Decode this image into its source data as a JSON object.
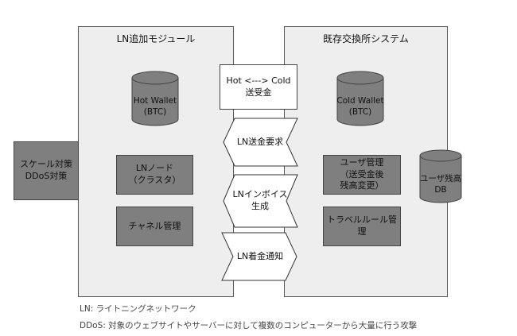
{
  "left_panel": {
    "title": "LN追加モジュール"
  },
  "right_panel": {
    "title": "既存交換所システム"
  },
  "external": {
    "label": "スケール対策\nDDoS対策"
  },
  "left_components": {
    "hot_wallet": "Hot Wallet\n(BTC)",
    "ln_node": "LNノード\n（クラスタ）",
    "channel_mgmt": "チャネル管理"
  },
  "right_components": {
    "cold_wallet": "Cold Wallet\n(BTC)",
    "user_mgmt": "ユーザ管理\n（送受金後\n残高変更）",
    "user_balance_db": "ユーザ残高\nDB",
    "travel_rule": "トラベルルール管理"
  },
  "connectors": {
    "hot_cold": "Hot <---> Cold\n送受金",
    "ln_send_request": "LN送金要求",
    "ln_invoice": "LNインボイス\n生成",
    "ln_receive_notify": "LN着金通知"
  },
  "legend": [
    "LN: ライトニングネットワーク",
    "DDoS: 対象のウェブサイトやサーバーに対して複数のコンピューターから大量に行う攻撃"
  ]
}
